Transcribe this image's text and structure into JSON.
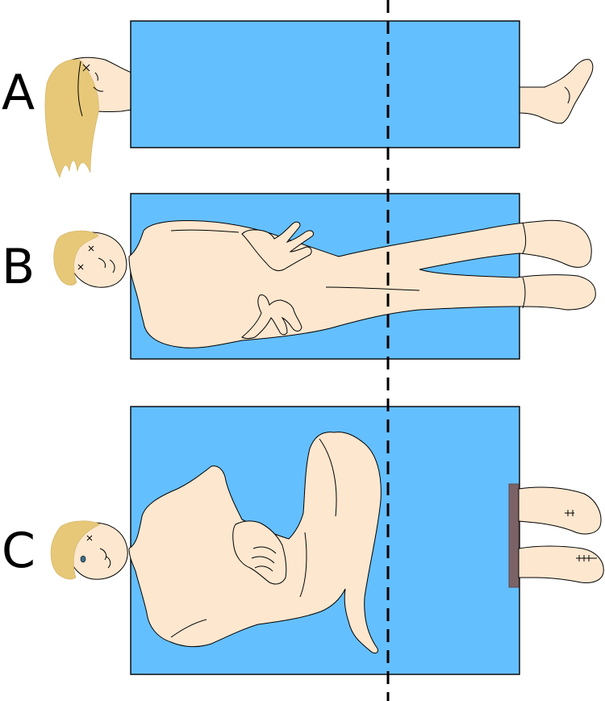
{
  "panels": [
    {
      "label": "A"
    },
    {
      "label": "B"
    },
    {
      "label": "C"
    }
  ],
  "colors": {
    "sheet": "#64bfff",
    "skin": "#fde7cf",
    "hair": "#e6c878",
    "footboard": "#7a6267",
    "divider": "#000000"
  }
}
